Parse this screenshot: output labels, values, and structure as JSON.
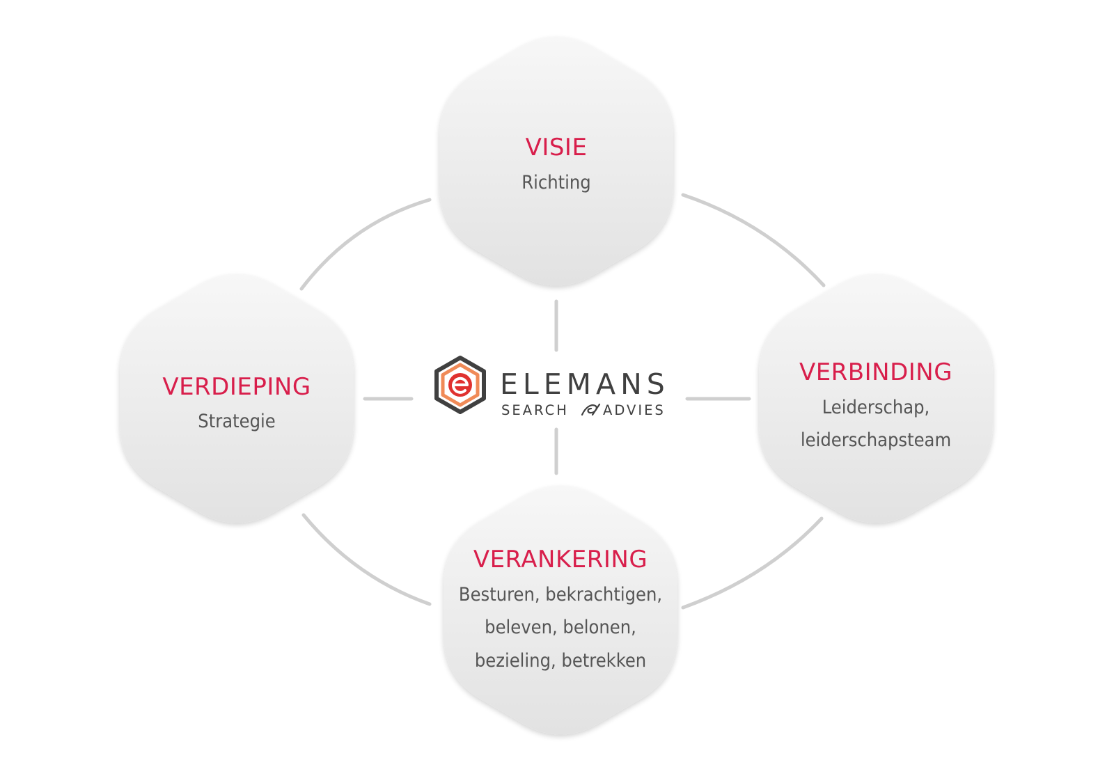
{
  "colors": {
    "accent": "#d81e4b",
    "text": "#555555",
    "hex_fill_top": "#f7f7f7",
    "hex_fill_bottom": "#e2e2e2",
    "connector": "#cfcfcf",
    "logo_dark": "#404040",
    "logo_red": "#e0312f",
    "logo_orange": "#f08a57"
  },
  "center_logo": {
    "icon": "elemans-hexagon-e-logo",
    "wordmark": "ELEMANS",
    "tagline_left": "SEARCH",
    "tagline_right": "ADVIES"
  },
  "nodes": {
    "visie": {
      "title": "VISIE",
      "lines": [
        "Richting"
      ]
    },
    "verbinding": {
      "title": "VERBINDING",
      "lines": [
        "Leiderschap,",
        "leiderschapsteam"
      ]
    },
    "verankering": {
      "title": "VERANKERING",
      "lines": [
        "Besturen, bekrachtigen,",
        "beleven, belonen,",
        "bezieling, betrekken"
      ]
    },
    "verdieping": {
      "title": "VERDIEPING",
      "lines": [
        "Strategie"
      ]
    }
  }
}
